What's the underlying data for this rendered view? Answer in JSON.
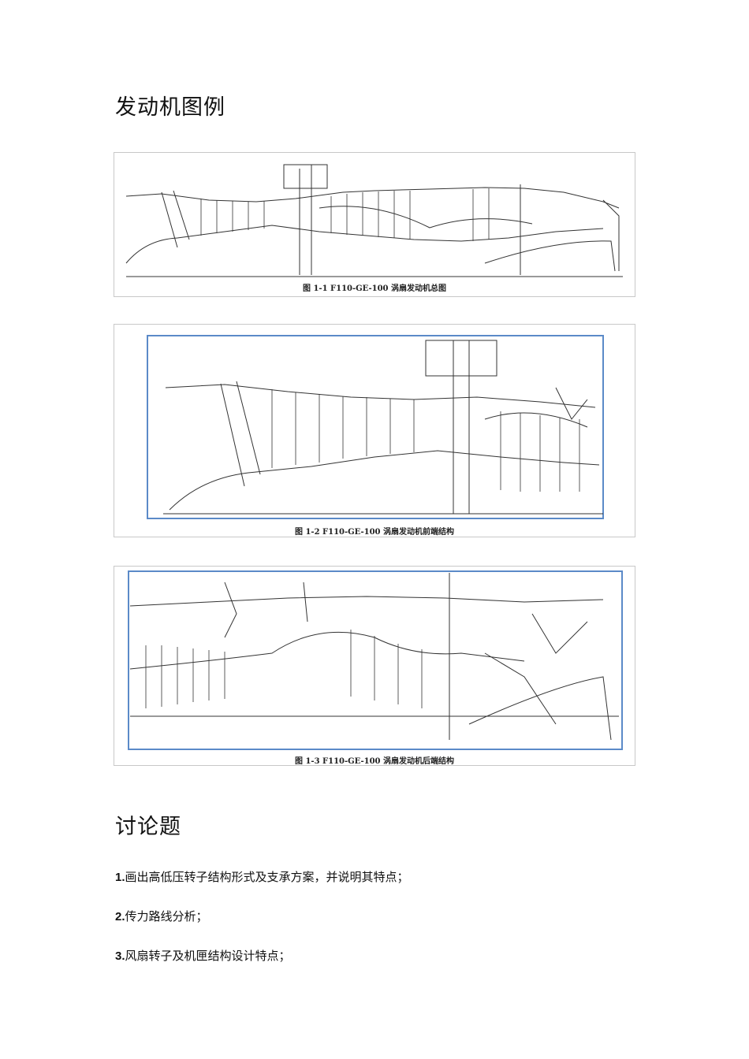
{
  "page": {
    "heading_examples": "发动机图例",
    "heading_discussion": "讨论题"
  },
  "figures": [
    {
      "caption": "图 1-1 F110-GE-100 涡扇发动机总图"
    },
    {
      "caption": "图 1-2 F110-GE-100 涡扇发动机前端结构"
    },
    {
      "caption": "图 1-3 F110-GE-100 涡扇发动机后端结构"
    }
  ],
  "questions": [
    {
      "num": "1.",
      "text": "画出高低压转子结构形式及支承方案，并说明其特点；"
    },
    {
      "num": "2.",
      "text": "传力路线分析；"
    },
    {
      "num": "3.",
      "text": "风扇转子及机匣结构设计特点；"
    }
  ]
}
